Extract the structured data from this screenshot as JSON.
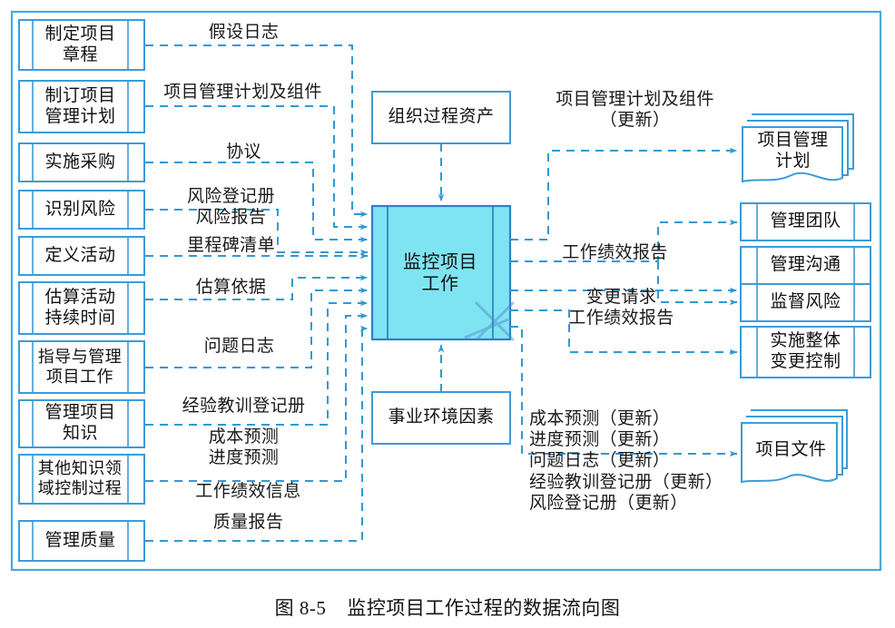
{
  "figure": {
    "caption": "图 8-5    监控项目工作过程的数据流向图",
    "colors": {
      "line": "#3c9bd9",
      "dash": "#2e9ad6",
      "process_fill": "#7fe4f2",
      "text": "#111111",
      "frame": "#4aa8dd"
    }
  },
  "inputs_processes": [
    {
      "id": "p1",
      "label": "制定项目\n章程"
    },
    {
      "id": "p2",
      "label": "制订项目\n管理计划"
    },
    {
      "id": "p3",
      "label": "实施采购"
    },
    {
      "id": "p4",
      "label": "识别风险"
    },
    {
      "id": "p5",
      "label": "定义活动"
    },
    {
      "id": "p6",
      "label": "估算活动\n持续时间"
    },
    {
      "id": "p7",
      "label": "指导与管理\n项目工作"
    },
    {
      "id": "p8",
      "label": "管理项目\n知识"
    },
    {
      "id": "p9",
      "label": "其他知识领\n域控制过程"
    },
    {
      "id": "p10",
      "label": "管理质量"
    }
  ],
  "input_flow_labels": [
    {
      "id": "f1",
      "text": "假设日志"
    },
    {
      "id": "f2",
      "text": "项目管理计划及组件"
    },
    {
      "id": "f3",
      "text": "协议"
    },
    {
      "id": "f4",
      "text": "风险登记册\n风险报告"
    },
    {
      "id": "f5",
      "text": "里程碑清单"
    },
    {
      "id": "f6",
      "text": "估算依据"
    },
    {
      "id": "f7",
      "text": "问题日志"
    },
    {
      "id": "f8",
      "text": "经验教训登记册"
    },
    {
      "id": "f9",
      "text": "成本预测\n进度预测"
    },
    {
      "id": "f10",
      "text": "工作绩效信息"
    },
    {
      "id": "f11",
      "text": "质量报告"
    }
  ],
  "context_inputs": [
    {
      "id": "c1",
      "label": "组织过程资产"
    },
    {
      "id": "c2",
      "label": "事业环境因素"
    }
  ],
  "process": {
    "label": "监控项目\n工作"
  },
  "outputs": [
    {
      "id": "o1",
      "label": "项目管理\n计划",
      "shape": "document-stack"
    },
    {
      "id": "o2",
      "label": "管理团队",
      "shape": "process"
    },
    {
      "id": "o3",
      "label": "管理沟通",
      "shape": "process"
    },
    {
      "id": "o4",
      "label": "监督风险",
      "shape": "process"
    },
    {
      "id": "o5",
      "label": "实施整体\n变更控制",
      "shape": "process"
    },
    {
      "id": "o6",
      "label": "项目文件",
      "shape": "document-stack"
    }
  ],
  "output_flow_labels": [
    {
      "id": "of1",
      "text": "项目管理计划及组件\n（更新）"
    },
    {
      "id": "of2",
      "text": "工作绩效报告"
    },
    {
      "id": "of3",
      "text": "变更请求\n工作绩效报告"
    },
    {
      "id": "of4",
      "text": "成本预测（更新）\n进度预测（更新）\n问题日志（更新）\n经验教训登记册（更新）\n风险登记册（更新）"
    }
  ]
}
